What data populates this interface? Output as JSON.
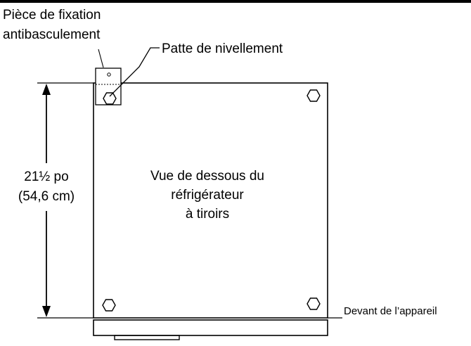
{
  "labels": {
    "anti_tip_line1": "Pièce de fixation",
    "anti_tip_line2": "antibasculement",
    "leveling_leg": "Patte de nivellement",
    "dim_imperial": "21½ po",
    "dim_metric": "(54,6 cm)",
    "center_line1": "Vue de dessous du",
    "center_line2": "réfrigérateur",
    "center_line3": "à tiroirs",
    "front": "Devant de l’appareil"
  },
  "colors": {
    "ink": "#000000",
    "background": "#ffffff"
  },
  "icons": {
    "leveling_leg": "hexagon",
    "anti_tip_bracket": "rectangle-with-hole"
  }
}
